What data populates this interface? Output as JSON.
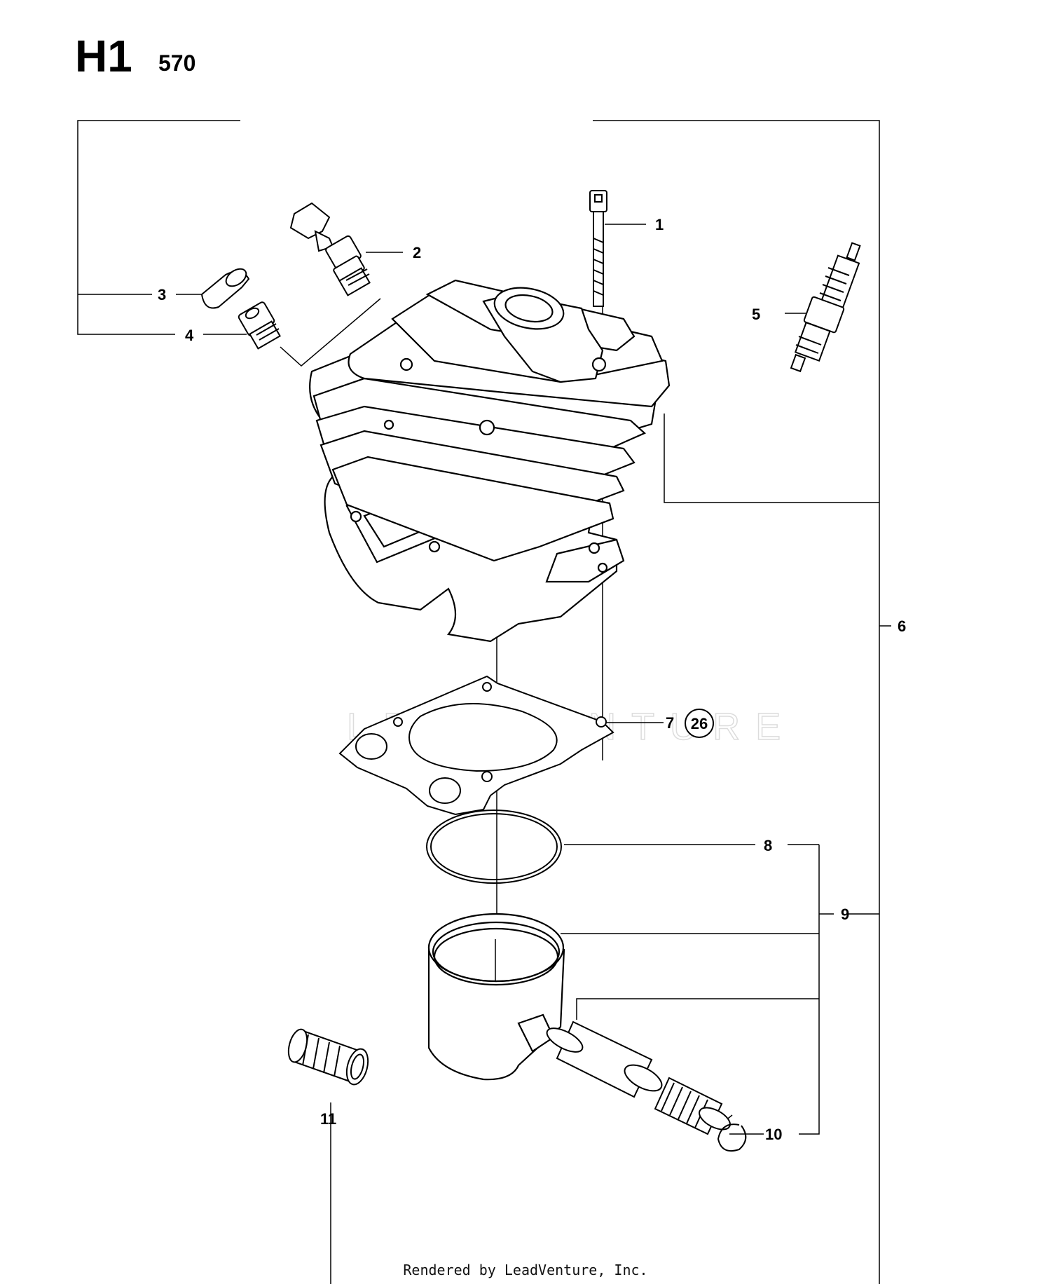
{
  "header": {
    "diagram_code": "H1",
    "model": "570"
  },
  "callouts": [
    {
      "number": "1"
    },
    {
      "number": "2"
    },
    {
      "number": "3"
    },
    {
      "number": "4"
    },
    {
      "number": "5"
    },
    {
      "number": "6"
    },
    {
      "number": "7"
    },
    {
      "number": "8"
    },
    {
      "number": "9"
    },
    {
      "number": "10"
    },
    {
      "number": "11"
    }
  ],
  "ref_badge": "26",
  "watermark": "LEADVENTURE",
  "footer": "Rendered by LeadVenture, Inc."
}
